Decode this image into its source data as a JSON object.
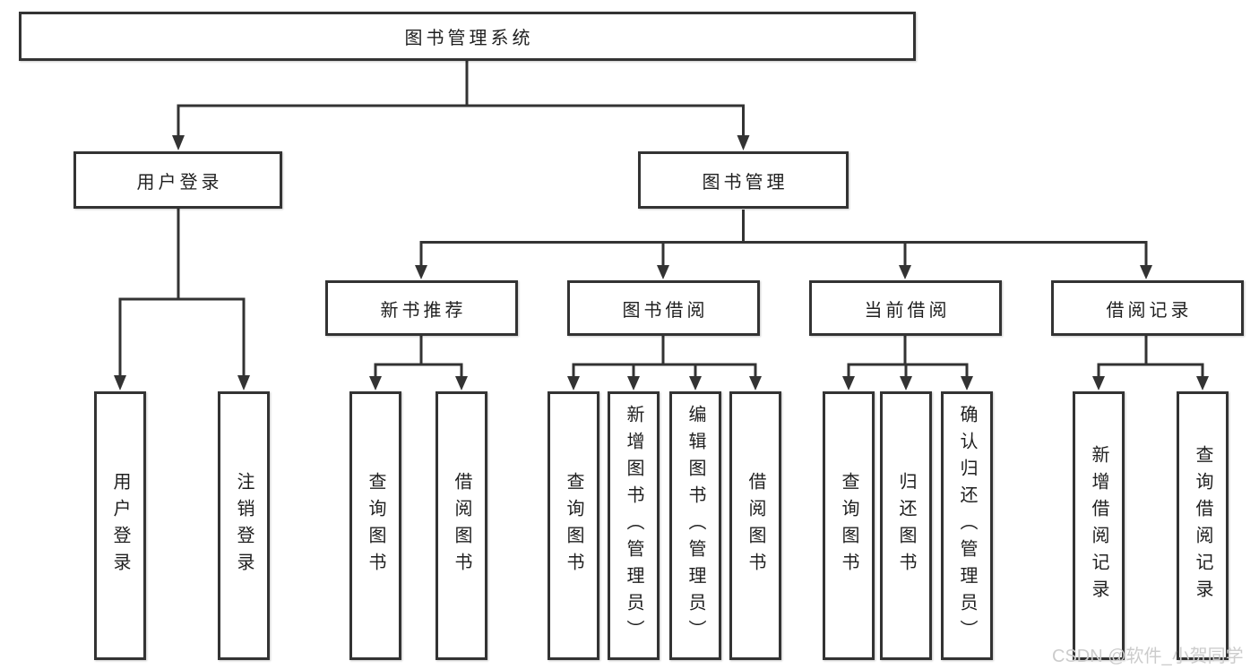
{
  "diagram": {
    "root": {
      "label": "图书管理系统"
    },
    "branches": [
      {
        "label": "用户登录",
        "children": [
          "用户登录",
          "注销登录"
        ]
      },
      {
        "label": "图书管理",
        "sections": [
          {
            "label": "新书推荐",
            "children": [
              "查询图书",
              "借阅图书"
            ]
          },
          {
            "label": "图书借阅",
            "children": [
              "查询图书",
              "新增图书（管理员）",
              "编辑图书（管理员）",
              "借阅图书"
            ]
          },
          {
            "label": "当前借阅",
            "children": [
              "查询图书",
              "归还图书",
              "确认归还（管理员）"
            ]
          },
          {
            "label": "借阅记录",
            "children": [
              "新增借阅记录",
              "查询借阅记录"
            ]
          }
        ]
      }
    ],
    "watermark": "CSDN @软件_小贺同学",
    "colors": {
      "line": "#333333",
      "text": "#1f1f1f",
      "watermark": "#cccccc",
      "background": "#ffffff"
    }
  }
}
